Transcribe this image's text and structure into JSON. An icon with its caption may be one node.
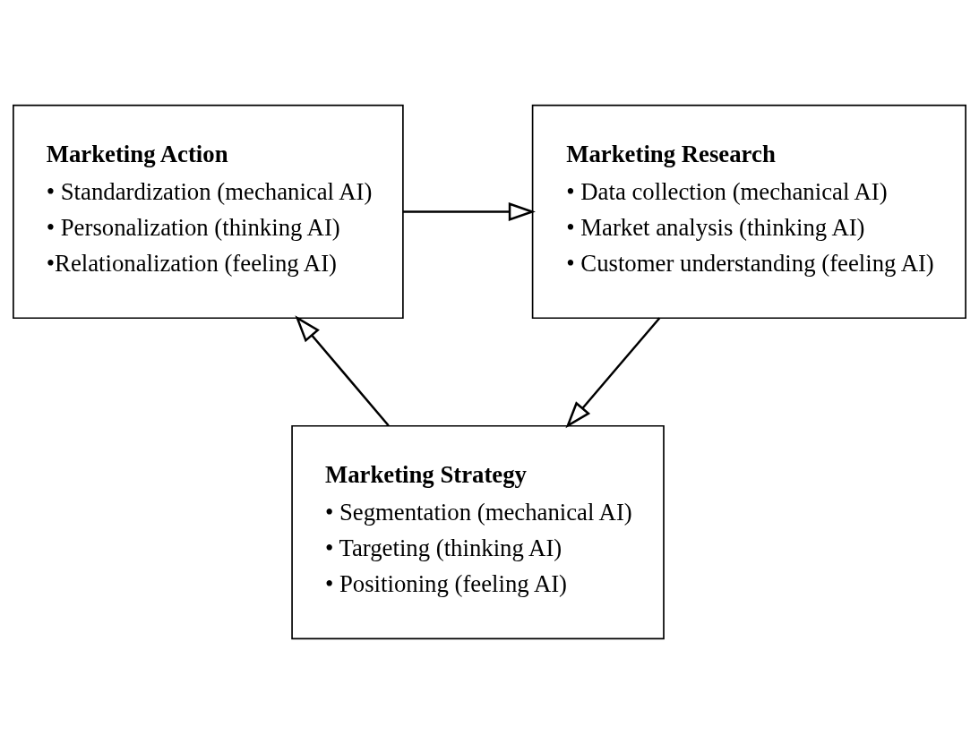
{
  "diagram": {
    "nodes": [
      {
        "text": [
          "Marketing Action",
          "• Standardization (mechanical AI)",
          "• Personalization (thinking AI)",
          "•Relationalization (feeling AI)"
        ]
      },
      {
        "text": [
          "Marketing Research",
          "• Data collection (mechanical AI)",
          "• Market analysis (thinking AI)",
          "• Customer understanding (feeling AI)"
        ]
      },
      {
        "text": [
          "Marketing Strategy",
          "• Segmentation (mechanical AI)",
          "• Targeting (thinking AI)",
          "• Positioning (feeling AI)"
        ]
      }
    ],
    "edges": [
      {
        "from": 0,
        "to": 1,
        "arrow": "to"
      },
      {
        "from": 1,
        "to": 2,
        "arrow": "to"
      },
      {
        "from": 2,
        "to": 0,
        "arrow": "to"
      }
    ]
  }
}
